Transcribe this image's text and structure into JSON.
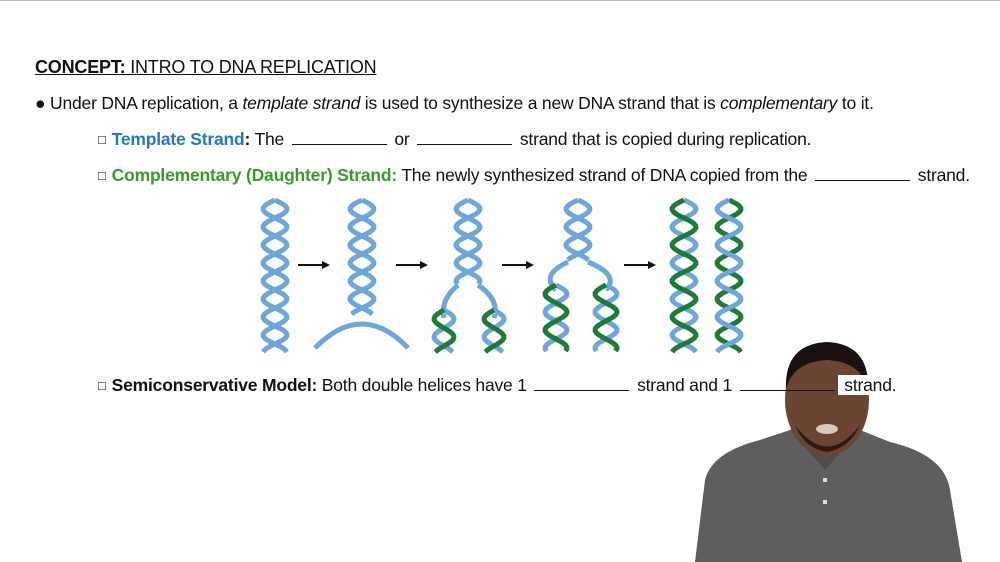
{
  "title": {
    "prefix": "CONCEPT:",
    "text": " INTRO TO DNA REPLICATION"
  },
  "bullet": {
    "marker": "●",
    "t1": "Under DNA replication, a ",
    "em1": "template strand",
    "t2": " is used to synthesize a new DNA strand that is ",
    "em2": "complementary",
    "t3": " to it."
  },
  "items": [
    {
      "marker": "□",
      "term": "Template Strand",
      "colon": ":",
      "t1": " The ",
      "t2": " or ",
      "t3": " strand that is copied during replication."
    },
    {
      "marker": "□",
      "term": "Complementary (Daughter) Strand:",
      "t1": " The newly synthesized strand of DNA copied from the ",
      "t2": " strand."
    },
    {
      "marker": "□",
      "term": "Semiconservative Model:",
      "t1": " Both double helices have 1 ",
      "t2": " strand and 1 ",
      "t3": " strand."
    }
  ],
  "colors": {
    "template": "#6fa5d8",
    "daughter": "#1f7a3a",
    "term_blue": "#2a78b8",
    "term_green": "#3a9a2e"
  },
  "diagram": {
    "stages": 5,
    "arrow_icon": "right-arrow"
  }
}
